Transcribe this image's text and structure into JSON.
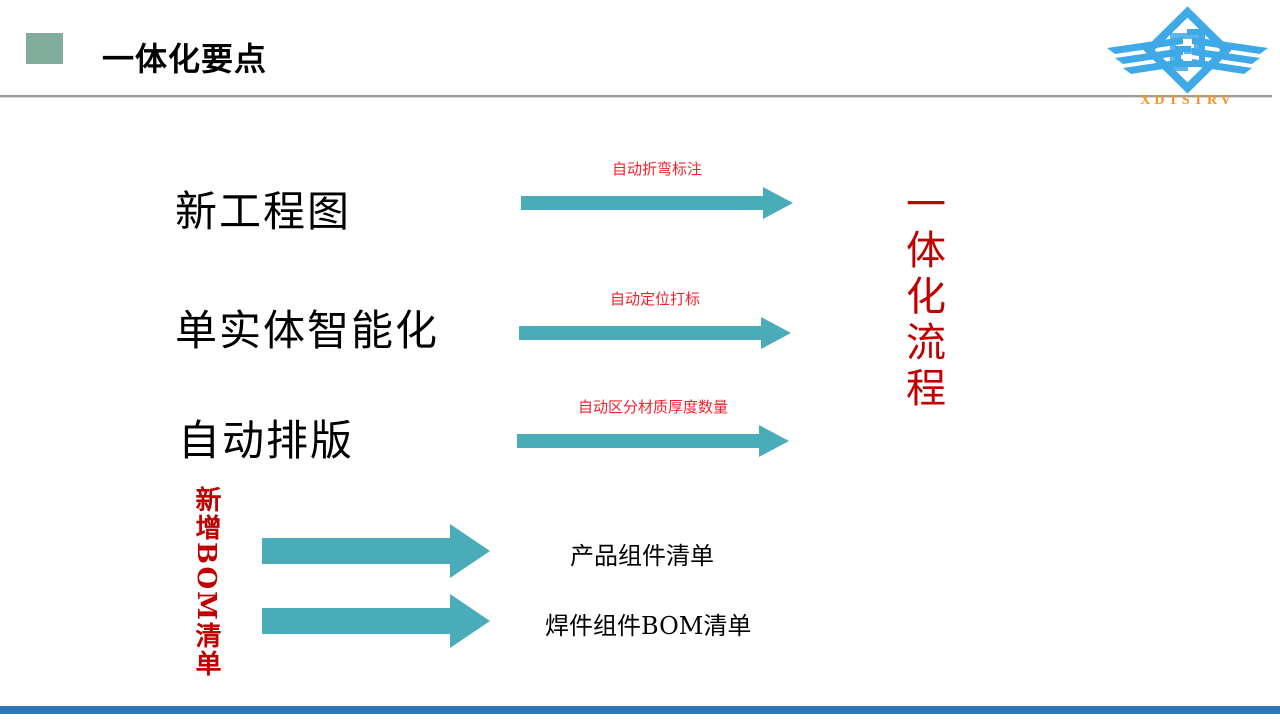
{
  "header": {
    "title": "一体化要点",
    "accent_square_color": "#81AB9B"
  },
  "logo": {
    "caption": "XDTSTRV",
    "emblem_color": "#3FA9E8",
    "caption_color": "#F7941D"
  },
  "flow": {
    "rows": [
      {
        "label": "新工程图",
        "annotation": "自动折弯标注"
      },
      {
        "label": "单实体智能化",
        "annotation": "自动定位打标"
      },
      {
        "label": "自动排版",
        "annotation": "自动区分材质厚度数量"
      }
    ],
    "result_vertical_label": "一体化流程"
  },
  "bom": {
    "vertical_label": {
      "prefix": "新增",
      "latin": "BOM",
      "suffix": "清单"
    },
    "items": [
      {
        "label": "产品组件清单"
      },
      {
        "label": "焊件组件BOM清单"
      }
    ]
  },
  "colors": {
    "arrow_teal": "#4BACB9",
    "annotation_red": "#F5212D",
    "vertical_text_red": "#C00000",
    "footer_bar_blue": "#2E75B6",
    "divider_gray": "#9B9B9B"
  }
}
